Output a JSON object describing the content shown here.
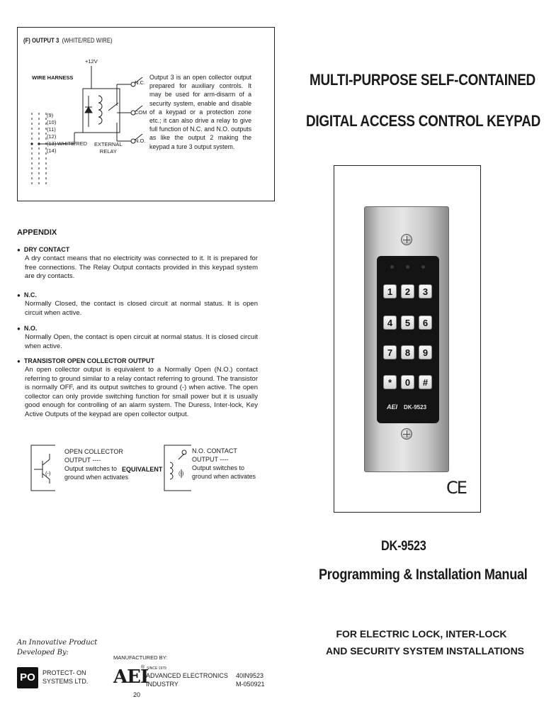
{
  "output3": {
    "heading": "(F) OUTPUT 3",
    "wire": "(WHITE/RED WIRE)",
    "voltage": "+12V",
    "harness_label": "WIRE HARNESS",
    "pins": [
      "(9)",
      "(10)",
      "(11)",
      "(12)",
      "(13)",
      "(14)"
    ],
    "white_red_label": "WHITE/RED",
    "relay_label_1": "EXTERNAL",
    "relay_label_2": "RELAY",
    "nc": "N.C.",
    "com": "COM",
    "no": "N.O.",
    "description": "Output 3 is an open collector output prepared for auxiliary controls. It may be used for arm-disarm of a security system, enable and disable of a keypad or a protection zone etc.; it can also drive a relay to give full function of N.C. and N.O. outputs as like the output 2 making the keypad a ture 3 output system."
  },
  "appendix": {
    "title": "APPENDIX",
    "items": [
      {
        "term": "DRY CONTACT",
        "text": "A dry contact means that no electricity was connected to it. It is prepared for free connections. The Relay Output contacts provided in this keypad system are dry contacts."
      },
      {
        "term": "N.C.",
        "text": "Normally Closed, the contact is closed circuit at normal status. It is open circuit when active."
      },
      {
        "term": "N.O.",
        "text": "Normally Open, the contact is open circuit at normal status. It is closed circuit when active."
      },
      {
        "term": "TRANSISTOR OPEN COLLECTOR OUTPUT",
        "text": "An open collector output is equivalent to a Normally Open (N.O.) contact referring to ground similar to a relay contact referring to ground. The transistor is normally OFF, and its output switches to ground (-) when active. The open collector can only provide switching function for small power but it is usually good enough for controlling of an alarm system. The Duress, Inter-lock, Key Active Outputs of the keypad are open collector output."
      }
    ]
  },
  "equivalence": {
    "left_1": "OPEN COLLECTOR",
    "left_2": "OUTPUT ----",
    "left_3": "Output  switches  to",
    "left_4": "ground when activates",
    "middle": "EQUIVALENT",
    "right_1": "N.O.  CONTACT",
    "right_2": "OUTPUT ----",
    "right_3": "Output  switches  to",
    "right_4": "ground when activates",
    "ground_symbol": "(-)"
  },
  "cover": {
    "title_line1": "MULTI-PURPOSE SELF-CONTAINED",
    "title_line2": "DIGITAL ACCESS CONTROL KEYPAD",
    "keys": [
      "1",
      "2",
      "3",
      "4",
      "5",
      "6",
      "7",
      "8",
      "9",
      "*",
      "0",
      "#"
    ],
    "keypad_brand": "AEI",
    "keypad_model": "DK-9523",
    "ce_mark": "CE",
    "model": "DK-9523",
    "manual_title": "Programming & Installation Manual",
    "subtitle_1": "FOR ELECTRIC LOCK, INTER-LOCK",
    "subtitle_2": "AND SECURITY SYSTEM INSTALLATIONS"
  },
  "footer": {
    "tagline_1": "An Innovative Product",
    "tagline_2": "Developed By:",
    "protecton_logo": "PO",
    "protecton_1": "PROTECT- ON",
    "protecton_2": "SYSTEMS LTD.",
    "manufactured_by": "MANUFACTURED BY:",
    "aei_logo": "AEI",
    "registered": "®",
    "since": "SINCE  1979",
    "aei_1": "ADVANCED  ELECTRONICS",
    "aei_2": "INDUSTRY",
    "code_1": "40IN9523",
    "code_2": "M-050921",
    "page_number": "20"
  }
}
